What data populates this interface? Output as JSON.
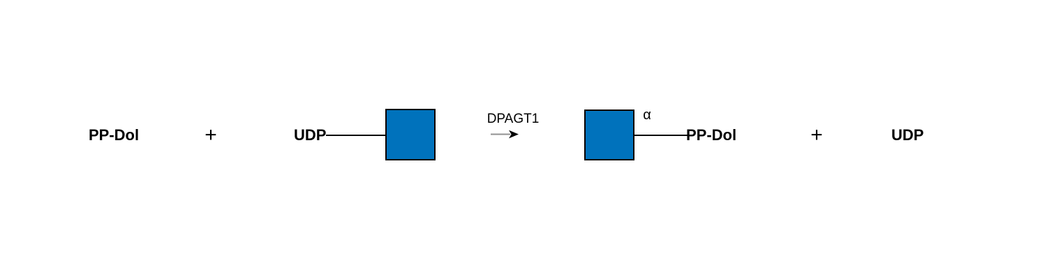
{
  "colors": {
    "background": "#ffffff",
    "text": "#000000",
    "sugar_fill": "#0072bc",
    "sugar_border": "#000000",
    "bond": "#000000",
    "arrow_shaft": "#919191",
    "arrow_head": "#000000"
  },
  "reaction": {
    "reactant_carrier": {
      "label": "PP-Dol"
    },
    "plus_left": "+",
    "donor": {
      "nucleotide": "UDP",
      "sugar_icon": "blue-square"
    },
    "enzyme": {
      "label": "DPAGT1"
    },
    "arrow_icon": "right-arrow",
    "product": {
      "sugar_icon": "blue-square",
      "linkage": "α",
      "carrier": "PP-Dol"
    },
    "plus_right": "+",
    "byproduct": {
      "label": "UDP"
    }
  }
}
